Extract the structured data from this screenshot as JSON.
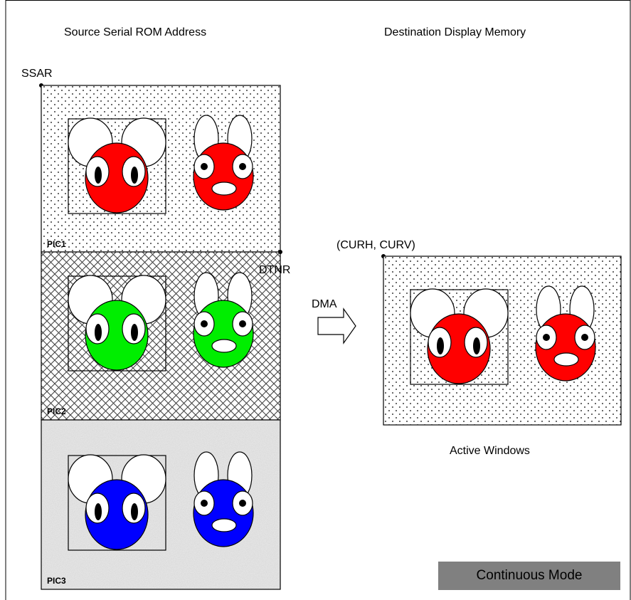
{
  "labels": {
    "source_title": "Source Serial ROM Address",
    "destination_title": "Destination Display Memory",
    "ssar": "SSAR",
    "dtnr": "DTNR",
    "dma": "DMA",
    "curh_curv": "(CURH, CURV)",
    "active_windows": "Active Windows",
    "mode": "Continuous Mode"
  },
  "pictures": [
    {
      "label": "PIC1",
      "pattern": "dots",
      "face_color": "#ff0000"
    },
    {
      "label": "PIC2",
      "pattern": "crosshatch",
      "face_color": "#00ee00"
    },
    {
      "label": "PIC3",
      "pattern": "gray-texture",
      "face_color": "#0000ff"
    }
  ],
  "destination": {
    "pattern": "dots",
    "face_color": "#ff0000"
  }
}
